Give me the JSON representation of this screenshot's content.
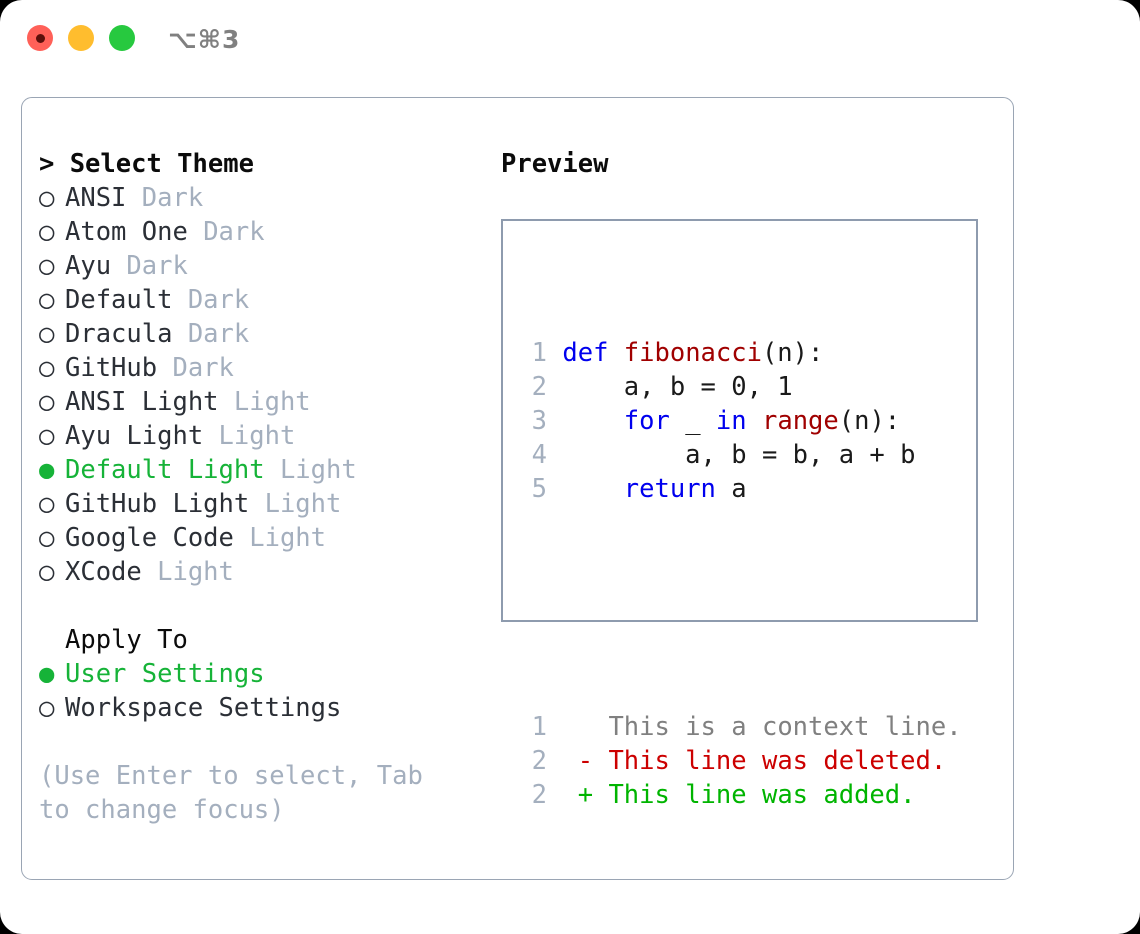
{
  "window": {
    "shortcut_label": "⌥⌘3",
    "traffic_lights": [
      {
        "name": "close",
        "color": "#ff6058"
      },
      {
        "name": "minimize",
        "color": "#ffbd2e"
      },
      {
        "name": "zoom",
        "color": "#27c93f"
      }
    ]
  },
  "theme_picker": {
    "header": "> Select Theme",
    "selected_theme": "Default Light",
    "items": [
      {
        "bullet": "○",
        "label": "ANSI",
        "tag": "Dark",
        "selected": false
      },
      {
        "bullet": "○",
        "label": "Atom One",
        "tag": "Dark",
        "selected": false
      },
      {
        "bullet": "○",
        "label": "Ayu",
        "tag": "Dark",
        "selected": false
      },
      {
        "bullet": "○",
        "label": "Default",
        "tag": "Dark",
        "selected": false
      },
      {
        "bullet": "○",
        "label": "Dracula",
        "tag": "Dark",
        "selected": false
      },
      {
        "bullet": "○",
        "label": "GitHub",
        "tag": "Dark",
        "selected": false
      },
      {
        "bullet": "○",
        "label": "ANSI Light",
        "tag": "Light",
        "selected": false
      },
      {
        "bullet": "○",
        "label": "Ayu Light",
        "tag": "Light",
        "selected": false
      },
      {
        "bullet": "●",
        "label": "Default Light",
        "tag": "Light",
        "selected": true
      },
      {
        "bullet": "○",
        "label": "GitHub Light",
        "tag": "Light",
        "selected": false
      },
      {
        "bullet": "○",
        "label": "Google Code",
        "tag": "Light",
        "selected": false
      },
      {
        "bullet": "○",
        "label": "XCode",
        "tag": "Light",
        "selected": false
      }
    ]
  },
  "apply_to": {
    "header": "Apply To",
    "selected_scope": "User Settings",
    "items": [
      {
        "bullet": "●",
        "label": "User Settings",
        "selected": true
      },
      {
        "bullet": "○",
        "label": "Workspace Settings",
        "selected": false
      }
    ]
  },
  "hint": "(Use Enter to select, Tab to change focus)",
  "preview": {
    "title": "Preview",
    "code_lines": [
      {
        "num": "1",
        "tokens": [
          {
            "t": "def ",
            "c": "kw"
          },
          {
            "t": "fibonacci",
            "c": "fn"
          },
          {
            "t": "(n):",
            "c": "pl"
          }
        ]
      },
      {
        "num": "2",
        "tokens": [
          {
            "t": "    a, b = 0, 1",
            "c": "pl"
          }
        ]
      },
      {
        "num": "3",
        "tokens": [
          {
            "t": "    ",
            "c": "pl"
          },
          {
            "t": "for",
            "c": "kw"
          },
          {
            "t": " _ ",
            "c": "pl"
          },
          {
            "t": "in",
            "c": "kw"
          },
          {
            "t": " ",
            "c": "pl"
          },
          {
            "t": "range",
            "c": "fn"
          },
          {
            "t": "(n):",
            "c": "pl"
          }
        ]
      },
      {
        "num": "4",
        "tokens": [
          {
            "t": "        a, b = b, a + b",
            "c": "pl"
          }
        ]
      },
      {
        "num": "5",
        "tokens": [
          {
            "t": "    ",
            "c": "pl"
          },
          {
            "t": "return",
            "c": "kw"
          },
          {
            "t": " a",
            "c": "pl"
          }
        ]
      }
    ],
    "diff_lines": [
      {
        "num": "1",
        "marker": " ",
        "text": "This is a context line.",
        "kind": "context"
      },
      {
        "num": "2",
        "marker": "-",
        "text": "This line was deleted.",
        "kind": "deleted"
      },
      {
        "num": "2",
        "marker": "+",
        "text": "This line was added.",
        "kind": "added"
      }
    ]
  },
  "colors": {
    "accent_green": "#16b338",
    "muted": "#a4afbe",
    "keyword": "#0000ee",
    "function": "#a00000",
    "diff_deleted": "#cc0000",
    "diff_added": "#00b400",
    "diff_context": "#808080",
    "border": "#9aa5b4"
  }
}
